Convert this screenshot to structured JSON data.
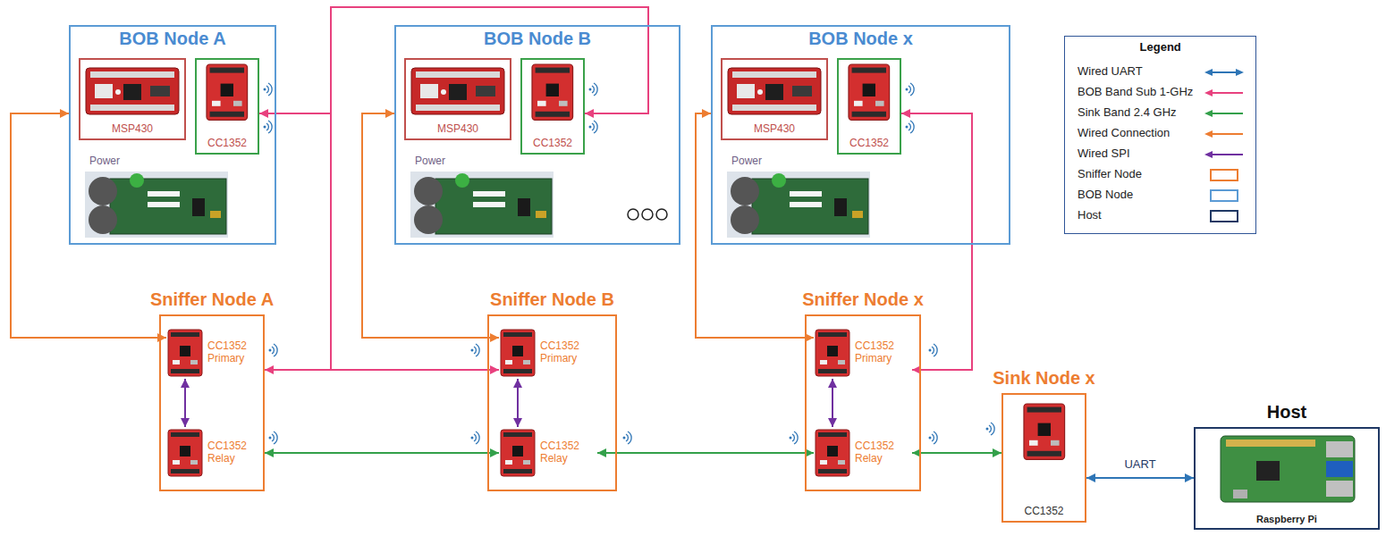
{
  "diagram": {
    "nodes": [
      {
        "text": [
          "BOB Node A"
        ]
      },
      {
        "text": [
          "MSP430"
        ],
        "in": 0
      },
      {
        "text": [
          "CC1352"
        ],
        "in": 0
      },
      {
        "text": [
          "BOB Node B"
        ]
      },
      {
        "text": [
          "MSP430"
        ],
        "in": 3
      },
      {
        "text": [
          "CC1352"
        ],
        "in": 3
      },
      {
        "text": [
          "BOB Node x"
        ]
      },
      {
        "text": [
          "MSP430"
        ],
        "in": 6
      },
      {
        "text": [
          "CC1352"
        ],
        "in": 6
      },
      {
        "text": [
          "Sniffer Node A"
        ]
      },
      {
        "text": [
          "CC1352 Primary"
        ],
        "in": 9
      },
      {
        "text": [
          "CC1352 Relay"
        ],
        "in": 9
      },
      {
        "text": [
          "Sniffer Node B"
        ]
      },
      {
        "text": [
          "CC1352 Primary"
        ],
        "in": 12
      },
      {
        "text": [
          "CC1352 Relay"
        ],
        "in": 12
      },
      {
        "text": [
          "Sniffer Node x"
        ]
      },
      {
        "text": [
          "CC1352 Primary"
        ],
        "in": 15
      },
      {
        "text": [
          "CC1352 Relay"
        ],
        "in": 15
      },
      {
        "text": [
          "Sink Node x",
          "CC1352"
        ]
      },
      {
        "text": [
          "Host",
          "Raspberry Pi"
        ]
      }
    ],
    "edges": [
      {
        "from": 10,
        "to": 0,
        "arrow": "both"
      },
      {
        "from": 13,
        "to": 3,
        "arrow": "both"
      },
      {
        "from": 16,
        "to": 6,
        "arrow": "both"
      },
      {
        "from": 2,
        "to": 10,
        "arrow": "both"
      },
      {
        "from": 5,
        "to": 13,
        "arrow": "both"
      },
      {
        "from": 8,
        "to": 16,
        "arrow": "both"
      },
      {
        "from": 10,
        "to": 11,
        "arrow": "both"
      },
      {
        "from": 13,
        "to": 14,
        "arrow": "both"
      },
      {
        "from": 16,
        "to": 17,
        "arrow": "both"
      },
      {
        "from": 11,
        "to": 14,
        "arrow": "both"
      },
      {
        "from": 14,
        "to": 17,
        "arrow": "both"
      },
      {
        "from": 17,
        "to": 18,
        "arrow": "both"
      },
      {
        "from": 18,
        "to": 19,
        "label": "UART",
        "arrow": "both"
      }
    ],
    "labels": [
      "Power",
      "Power",
      "Power",
      "Legend"
    ],
    "legend": [
      {
        "text": "Wired UART"
      },
      {
        "text": "BOB Band Sub 1-GHz"
      },
      {
        "text": "Sink Band 2.4 GHz"
      },
      {
        "text": "Wired Connection"
      },
      {
        "text": "Wired SPI"
      },
      {
        "text": "Sniffer Node"
      },
      {
        "text": "BOB Node"
      },
      {
        "text": "Host"
      }
    ]
  }
}
